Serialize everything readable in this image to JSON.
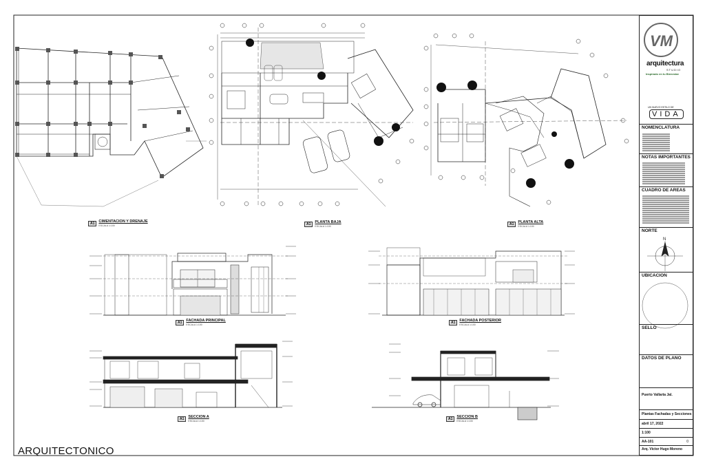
{
  "project_label": "ARQUITECTONICO",
  "views": [
    {
      "tag": "A1",
      "title": "CIMENTACION Y DRENAJE",
      "scale": "ESCALA 1:100"
    },
    {
      "tag": "A1",
      "title": "PLANTA BAJA",
      "scale": "ESCALA 1:100"
    },
    {
      "tag": "A1",
      "title": "PLANTA ALTA",
      "scale": "ESCALA 1:100"
    },
    {
      "tag": "A1",
      "title": "FACHADA PRINCIPAL",
      "scale": "ESCALA 1:100"
    },
    {
      "tag": "A1",
      "title": "FACHADA POSTERIOR",
      "scale": "ESCALA 1:100"
    },
    {
      "tag": "A1",
      "title": "SECCION A",
      "scale": "ESCALA 1:100"
    },
    {
      "tag": "A1",
      "title": "SECCION B",
      "scale": "ESCALA 1:100"
    }
  ],
  "title_block": {
    "logo_initials": "VM",
    "logo_word": "arquitectura",
    "logo_sub": "STUDIO",
    "logo_tagline": "Inspirado en tu Bienestar",
    "vida_small": "UN NUEVO ESTILO DE",
    "vida": "VIDA",
    "nomenclatura": "NOMENCLATURA",
    "notas": "NOTAS IMPORTANTES",
    "cuadro": "CUADRO DE AREAS",
    "norte": "NORTE",
    "ubicacion": "UBICACION",
    "sello": "SELLO",
    "datos": "DATOS DE PLANO",
    "location": "Puerto Vallarta Jal.",
    "contenido": "Plantas Fachadas y Secciones",
    "date": "abril 17, 2022",
    "scale": "1:100",
    "sheet": "AA-101",
    "revision": "0",
    "author": "Arq. Victor Hugo Moreno"
  },
  "colors": {
    "line": "#222222",
    "grid": "#555555",
    "hatch": "#888888"
  }
}
